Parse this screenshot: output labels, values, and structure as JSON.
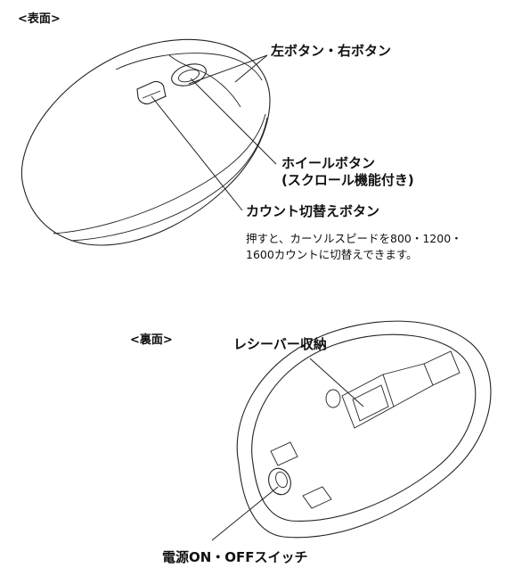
{
  "top": {
    "section_label": "<表面>",
    "buttons_label": "左ボタン・右ボタン",
    "wheel_label_line1": "ホイールボタン",
    "wheel_label_line2": "(スクロール機能付き)",
    "count_label": "カウント切替えボタン",
    "count_desc_line1": "押すと、カーソルスピードを800・1200・",
    "count_desc_line2": "1600カウントに切替えできます。"
  },
  "bottom": {
    "section_label": "<裏面>",
    "receiver_label": "レシーバー収納",
    "power_label": "電源ON・OFFスイッチ"
  }
}
